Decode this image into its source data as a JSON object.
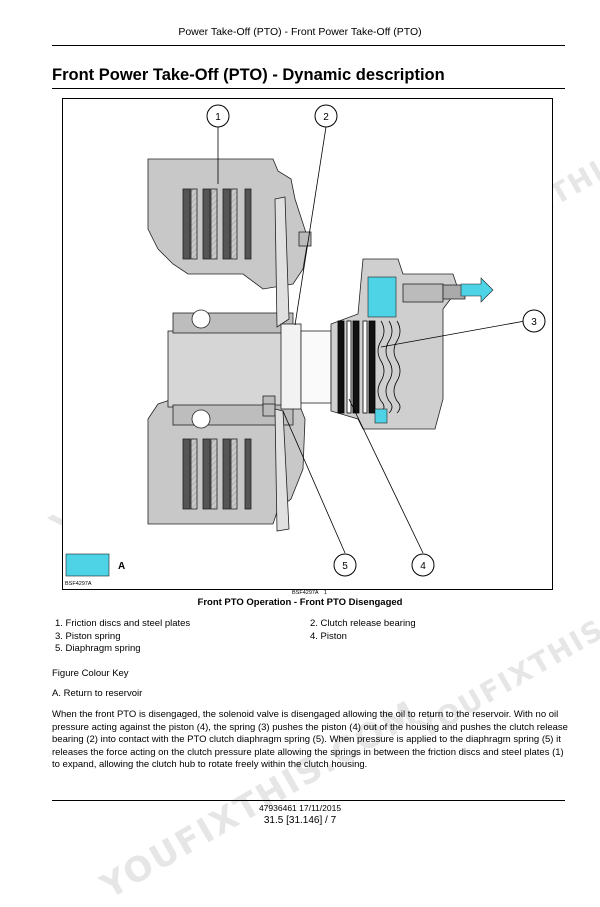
{
  "header": {
    "running_title": "Power Take-Off (PTO) - Front Power Take-Off (PTO)"
  },
  "page": {
    "title": "Front Power Take-Off (PTO) - Dynamic description"
  },
  "figure": {
    "callouts": [
      "1",
      "2",
      "3",
      "4",
      "5"
    ],
    "key_letter": "A",
    "image_code_inner": "BSF4297A",
    "image_code_outer": "BSF4297A",
    "figure_number": "1",
    "caption": "Front PTO Operation - Front PTO Disengaged",
    "colors": {
      "return_to_reservoir": "#4ed2e6",
      "outline": "#000000"
    }
  },
  "legend": {
    "col1": [
      "1. Friction discs and steel plates",
      "3. Piston spring",
      "5. Diaphragm spring"
    ],
    "col2": [
      "2. Clutch release bearing",
      "4. Piston"
    ]
  },
  "colour_key": {
    "heading": "Figure Colour Key",
    "item": "A. Return to reservoir"
  },
  "body": {
    "paragraph": "When the front PTO is disengaged, the solenoid valve is disengaged allowing the oil to return to the reservoir. With no oil pressure acting against the piston (4), the spring (3) pushes the piston (4) out of the housing and pushes the clutch release bearing (2) into contact with the PTO clutch diaphragm spring (5). When pressure is applied to the diaphragm spring (5) it releases the force acting on the clutch pressure plate allowing the springs in between the friction discs and steel plates (1) to expand, allowing the clutch hub to rotate freely within the clutch housing."
  },
  "footer": {
    "doc_id": "47936461 17/11/2015",
    "page_ref": "31.5 [31.146] / 7"
  },
  "watermark": {
    "text": "YOUFIXTHIS.COM"
  }
}
